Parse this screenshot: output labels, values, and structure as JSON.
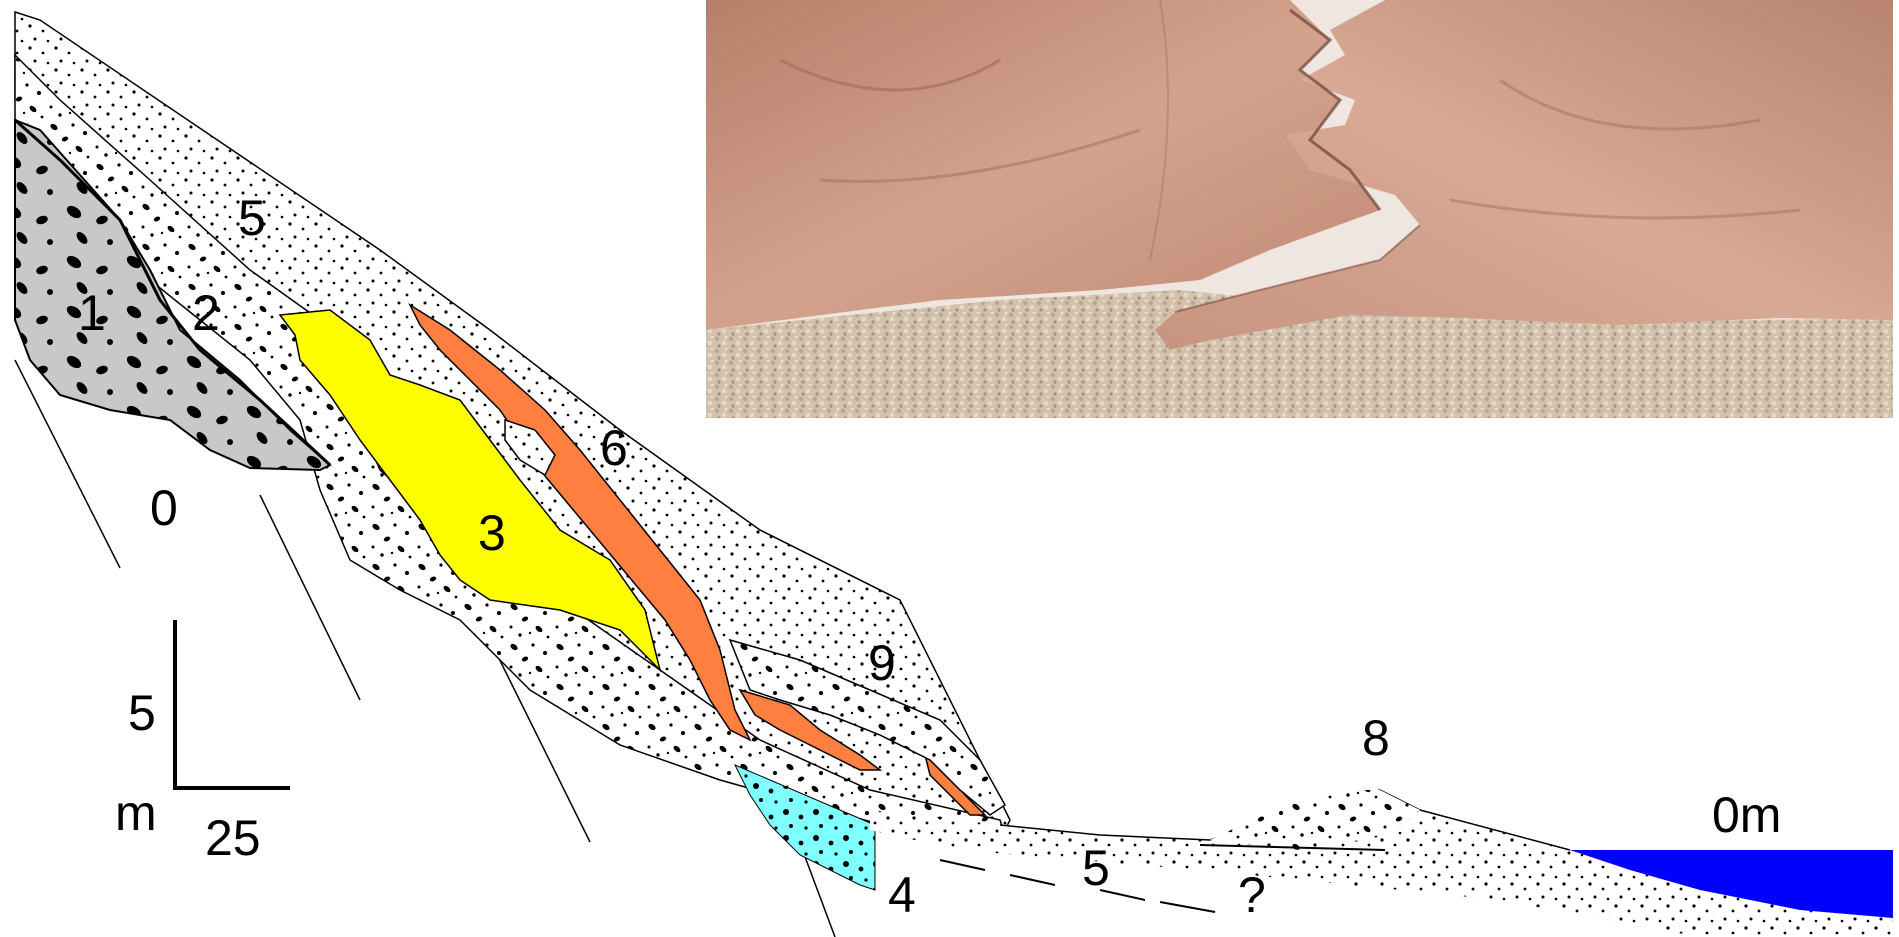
{
  "diagram": {
    "unit_labels": {
      "label_1": "1",
      "label_2": "2",
      "label_3": "3",
      "label_4": "4",
      "label_5_upper": "5",
      "label_5_lower": "5",
      "label_6": "6",
      "label_8": "8",
      "label_9": "9",
      "label_0": "0",
      "label_0m": "0m",
      "label_question": "?"
    },
    "scale_bar": {
      "vertical_value": "5",
      "unit": "m",
      "horizontal_value": "25"
    },
    "colors": {
      "unit_1_basement_gray": "#c8c8c8",
      "unit_3_yellow": "#ffff00",
      "unit_6_orange": "#ff7f40",
      "unit_4_cyan": "#80ffff",
      "sea_blue": "#0000ff",
      "conglomerate_white": "#ffffff",
      "line_black": "#000000"
    }
  },
  "photo": {
    "subject": "two hands with interlocking fingers above sandy ground",
    "icon": "hands-photo-icon"
  }
}
